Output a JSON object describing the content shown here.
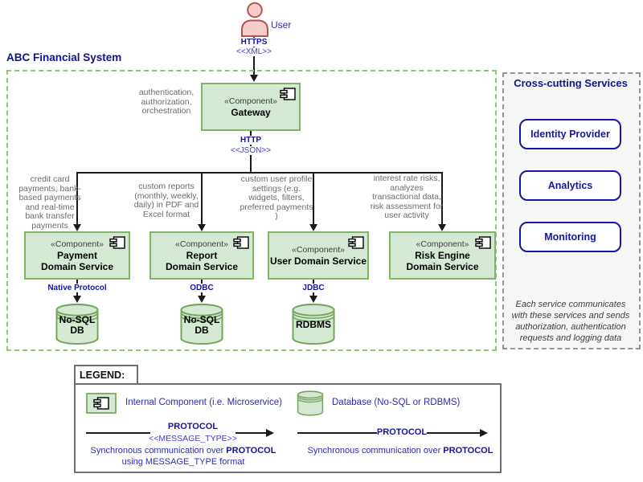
{
  "actor": {
    "label": "User",
    "protocol": "HTTPS",
    "message_type": "<<XML>>"
  },
  "system": {
    "title": "ABC Financial System",
    "gateway": {
      "stereotype": "«Component»",
      "name": "Gateway",
      "note": "authentication,\nauthorization,\norchestration",
      "protocol": "HTTP",
      "message_type": "<<JSON>>"
    },
    "services": [
      {
        "stereotype": "«Component»",
        "name": "Payment\nDomain Service",
        "note": "credit card payments, bank-based payments and real-time bank transfer payments",
        "protocol": "Native Protocol",
        "db": "No-SQL\nDB"
      },
      {
        "stereotype": "«Component»",
        "name": "Report\nDomain Service",
        "note": "custom reports (monthly, weekly, daily) in PDF and Excel format",
        "protocol": "ODBC",
        "db": "No-SQL\nDB"
      },
      {
        "stereotype": "«Component»",
        "name": "User Domain Service",
        "note": "custom user profile settings (e.g. widgets, filters, preferred payments )",
        "protocol": "JDBC",
        "db": "RDBMS"
      },
      {
        "stereotype": "«Component»",
        "name": "Risk Engine\nDomain Service",
        "note": "interest rate risks, analyzes transactional data, risk assessment for user activity"
      }
    ]
  },
  "cross_cutting": {
    "title": "Cross-cutting Services",
    "items": [
      {
        "label": "Identity Provider"
      },
      {
        "label": "Analytics"
      },
      {
        "label": "Monitoring"
      }
    ],
    "note": "Each service communicates with these services and sends authorization, authentication requests and logging data"
  },
  "legend": {
    "title": "LEGEND:",
    "component_label": "Internal Component (i.e. Microservice)",
    "database_label": "Database (No-SQL or RDBMS)",
    "left_arrow": {
      "protocol": "PROTOCOL",
      "message_type": "<<MESSAGE_TYPE>>",
      "caption_prefix": "Synchronous communication over ",
      "caption_bold": "PROTOCOL",
      "caption_line2": "using MESSAGE_TYPE format"
    },
    "right_arrow": {
      "protocol": "PROTOCOL",
      "caption_prefix": "Synchronous communication over ",
      "caption_bold": "PROTOCOL"
    }
  },
  "colors": {
    "component_fill": "#d5e8d4",
    "component_stroke": "#82b366",
    "boundary_dash_green": "#8fc573",
    "navy_text": "#14149b",
    "note_gray": "#6b6b6b",
    "actor_fill": "#f8cecc",
    "actor_stroke": "#b85450"
  }
}
